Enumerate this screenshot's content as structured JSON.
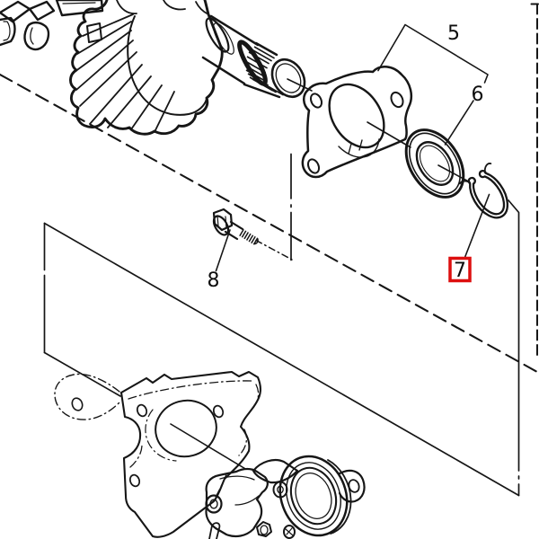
{
  "diagram": {
    "background_color": "#ffffff",
    "line_color": "#161616",
    "highlight_color": "#dd0f0f",
    "part_labels": [
      {
        "number": "5",
        "highlighted": false
      },
      {
        "number": "6",
        "highlighted": false
      },
      {
        "number": "7",
        "highlighted": true
      },
      {
        "number": "8",
        "highlighted": false
      }
    ]
  }
}
